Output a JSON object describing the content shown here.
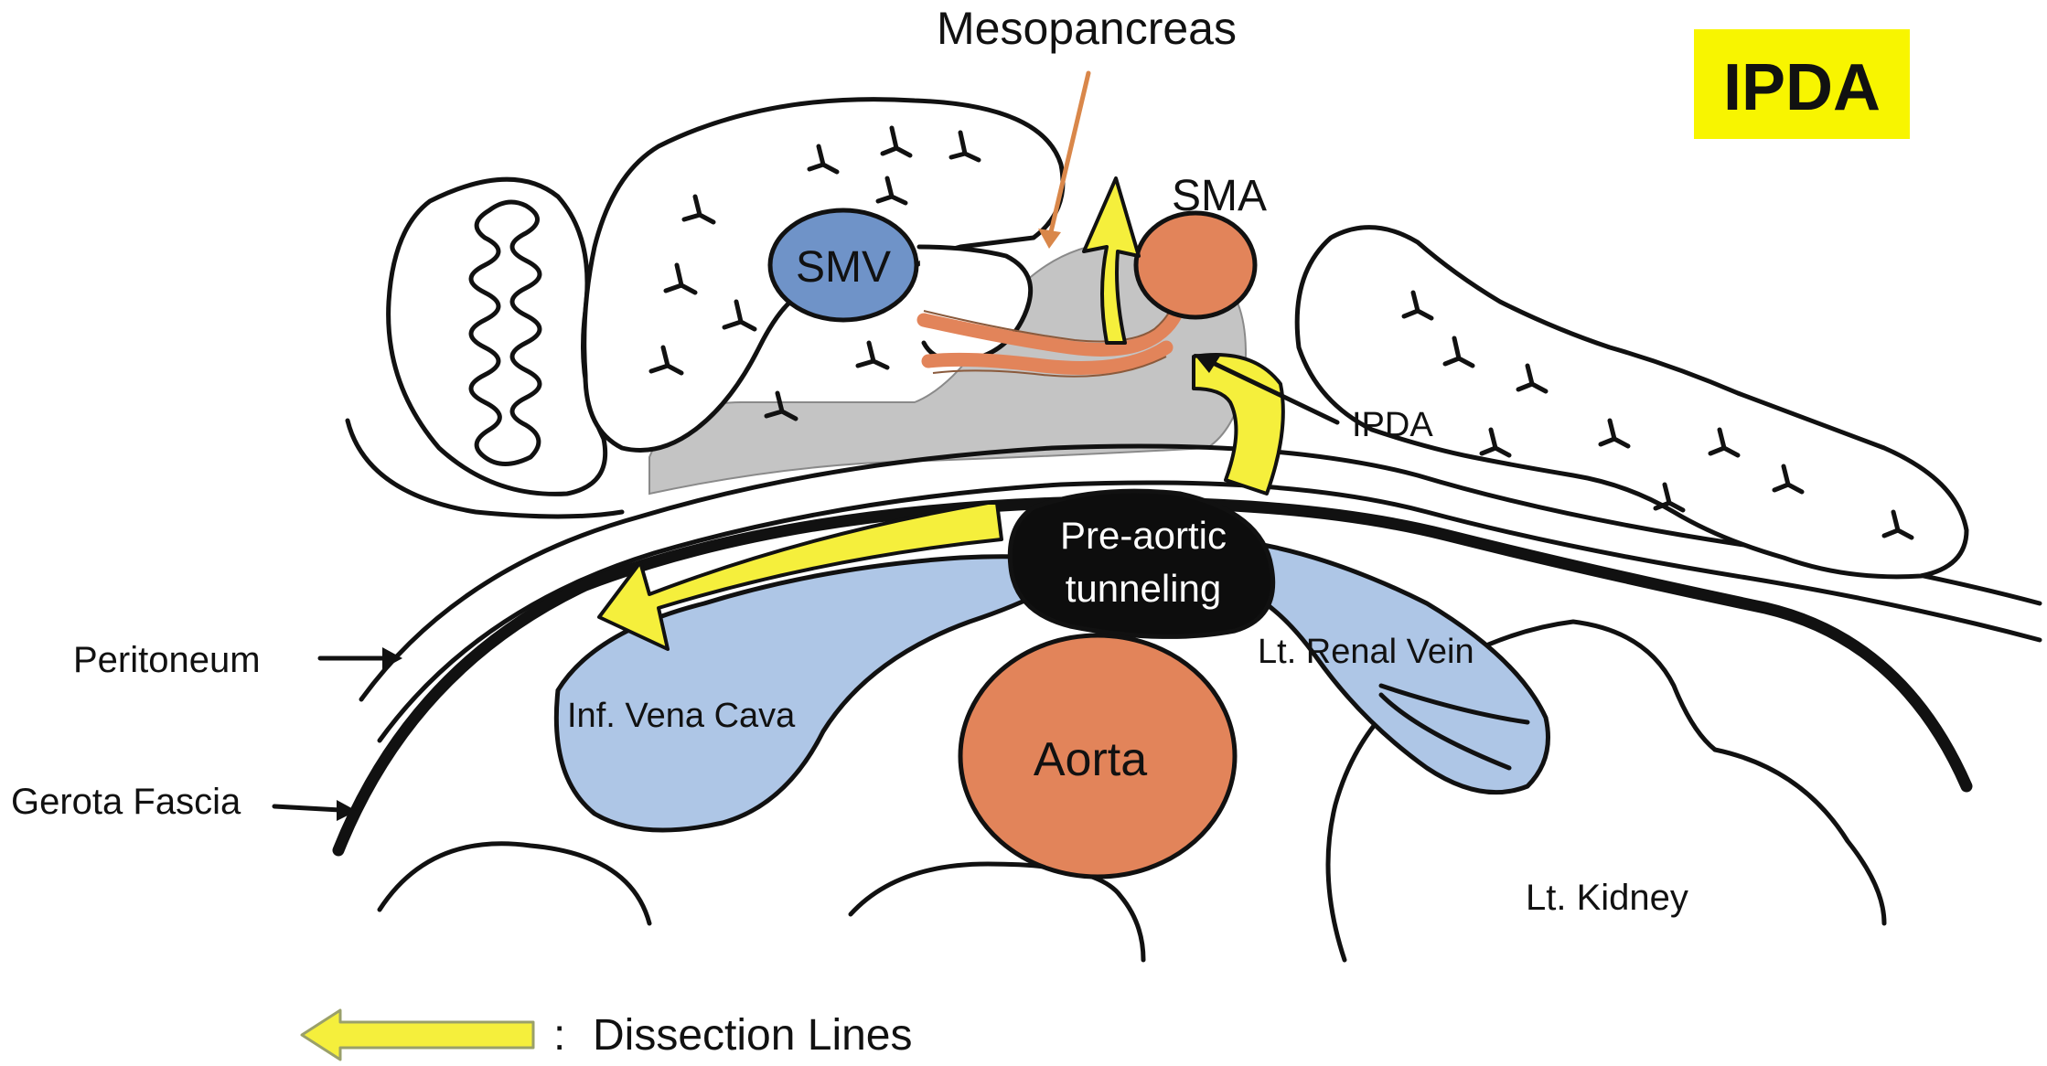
{
  "colors": {
    "yellow": "#f5ef3c",
    "ipda_badge": "#f8f500",
    "artery": "#e2845a",
    "vein_dark": "#6f93c8",
    "vein_light": "#aec6e6",
    "mesopancreas": "#c4c4c4",
    "tunnel": "#0d0d0d",
    "leader_orange": "#d9874a"
  },
  "labels": {
    "title_badge": "IPDA",
    "mesopancreas": "Mesopancreas",
    "sma": "SMA",
    "smv": "SMV",
    "ipda": "IPDA",
    "tunnel_line1": "Pre-aortic",
    "tunnel_line2": "tunneling",
    "renal_vein": "Lt. Renal Vein",
    "ivc": "Inf. Vena Cava",
    "aorta": "Aorta",
    "peritoneum": "Peritoneum",
    "gerota": "Gerota Fascia",
    "kidney": "Lt. Kidney"
  },
  "legend": {
    "colon": ":",
    "text": "Dissection Lines",
    "icon": "yellow-left-arrow-icon"
  }
}
